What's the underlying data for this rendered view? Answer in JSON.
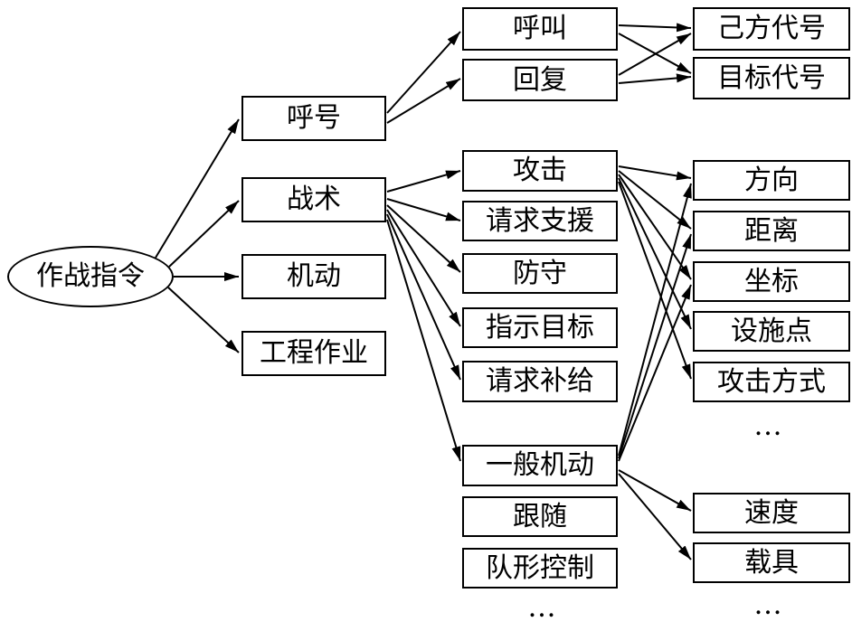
{
  "diagram": {
    "type": "tree-hierarchy",
    "colors": {
      "background": "#ffffff",
      "line": "#000000",
      "box_border": "#000000",
      "text": "#000000"
    },
    "nodes": {
      "root": "作战指令",
      "callsign": "呼号",
      "tactics": "战术",
      "maneuver": "机动",
      "engineering": "工程作业",
      "call": "呼叫",
      "reply": "回复",
      "own_code": "己方代号",
      "target_code": "目标代号",
      "attack": "攻击",
      "request_support": "请求支援",
      "defend": "防守",
      "designate_target": "指示目标",
      "request_supply": "请求补给",
      "general_maneuver": "一般机动",
      "follow": "跟随",
      "formation_control": "队形控制",
      "direction": "方向",
      "distance": "距离",
      "coordinates": "坐标",
      "facility_point": "设施点",
      "attack_mode": "攻击方式",
      "speed": "速度",
      "vehicle": "载具",
      "ellipsis_middle_column": "...",
      "ellipsis_right_top": "...",
      "ellipsis_right_bottom": "..."
    },
    "edges": [
      [
        "root",
        "callsign"
      ],
      [
        "root",
        "tactics"
      ],
      [
        "root",
        "maneuver"
      ],
      [
        "root",
        "engineering"
      ],
      [
        "callsign",
        "call"
      ],
      [
        "callsign",
        "reply"
      ],
      [
        "call",
        "own_code"
      ],
      [
        "call",
        "target_code"
      ],
      [
        "reply",
        "own_code"
      ],
      [
        "reply",
        "target_code"
      ],
      [
        "tactics",
        "attack"
      ],
      [
        "tactics",
        "request_support"
      ],
      [
        "tactics",
        "defend"
      ],
      [
        "tactics",
        "designate_target"
      ],
      [
        "tactics",
        "request_supply"
      ],
      [
        "tactics",
        "general_maneuver"
      ],
      [
        "attack",
        "direction"
      ],
      [
        "attack",
        "distance"
      ],
      [
        "attack",
        "coordinates"
      ],
      [
        "attack",
        "facility_point"
      ],
      [
        "attack",
        "attack_mode"
      ],
      [
        "general_maneuver",
        "direction"
      ],
      [
        "general_maneuver",
        "distance"
      ],
      [
        "general_maneuver",
        "coordinates"
      ],
      [
        "general_maneuver",
        "speed"
      ],
      [
        "general_maneuver",
        "vehicle"
      ]
    ]
  }
}
